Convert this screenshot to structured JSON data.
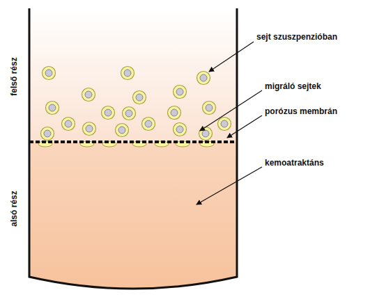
{
  "diagram": {
    "labels": [
      "felső rész",
      "alsó rész",
      "sejt szuszpenzióban",
      "migráló sejtek",
      "porózus membrán",
      "kemoatraktáns"
    ]
  }
}
